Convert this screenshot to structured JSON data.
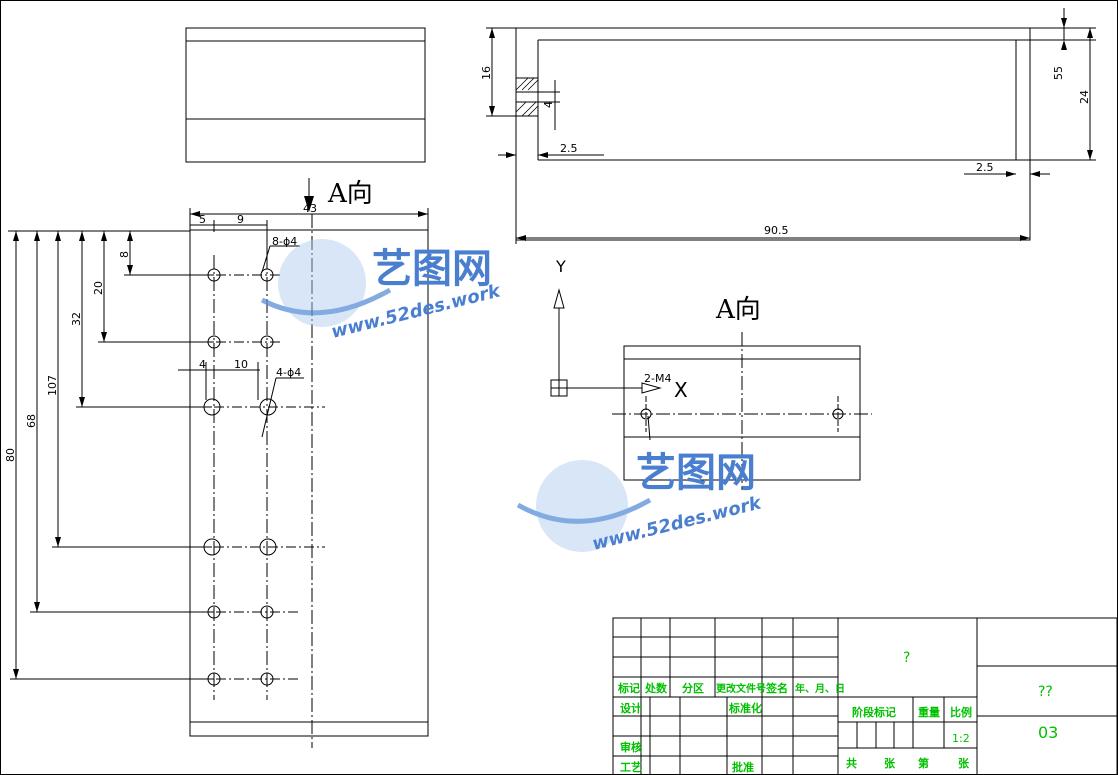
{
  "labels": {
    "view_a_top": "A向",
    "view_a_right": "A向",
    "axis_y": "Y",
    "axis_x": "X",
    "hole_8": "8-ϕ4",
    "hole_4": "4-ϕ4",
    "tap": "2-M4"
  },
  "dimensions": {
    "width_43": "43",
    "d5": "5",
    "d9": "9",
    "d8": "8",
    "d20": "20",
    "d32": "32",
    "d107": "107",
    "d68": "68",
    "d80": "80",
    "d4": "4",
    "d10": "10",
    "d16": "16",
    "d4b": "4",
    "d25a": "2.5",
    "d55": "55",
    "d24": "24",
    "d25b": "2.5",
    "d905": "90.5"
  },
  "title_block": {
    "h_mark": "标记",
    "h_count": "处数",
    "h_zone": "分区",
    "h_docno": "更改文件号",
    "h_sign": "签名",
    "h_date": "年、月、日",
    "r_design": "设计",
    "r_std": "标准化",
    "r_check": "审核",
    "r_process": "工艺",
    "r_approve": "批准",
    "stage_mark": "阶段标记",
    "weight": "重量",
    "scale": "比例",
    "scale_value": "1:2",
    "total": "共",
    "sheets": "张",
    "page_no": "第",
    "sheet2": "张",
    "part_name": "?",
    "drawing_name": "??",
    "drawing_no": "03"
  },
  "watermark": {
    "brand": "艺图网",
    "url": "www.52des.work"
  }
}
